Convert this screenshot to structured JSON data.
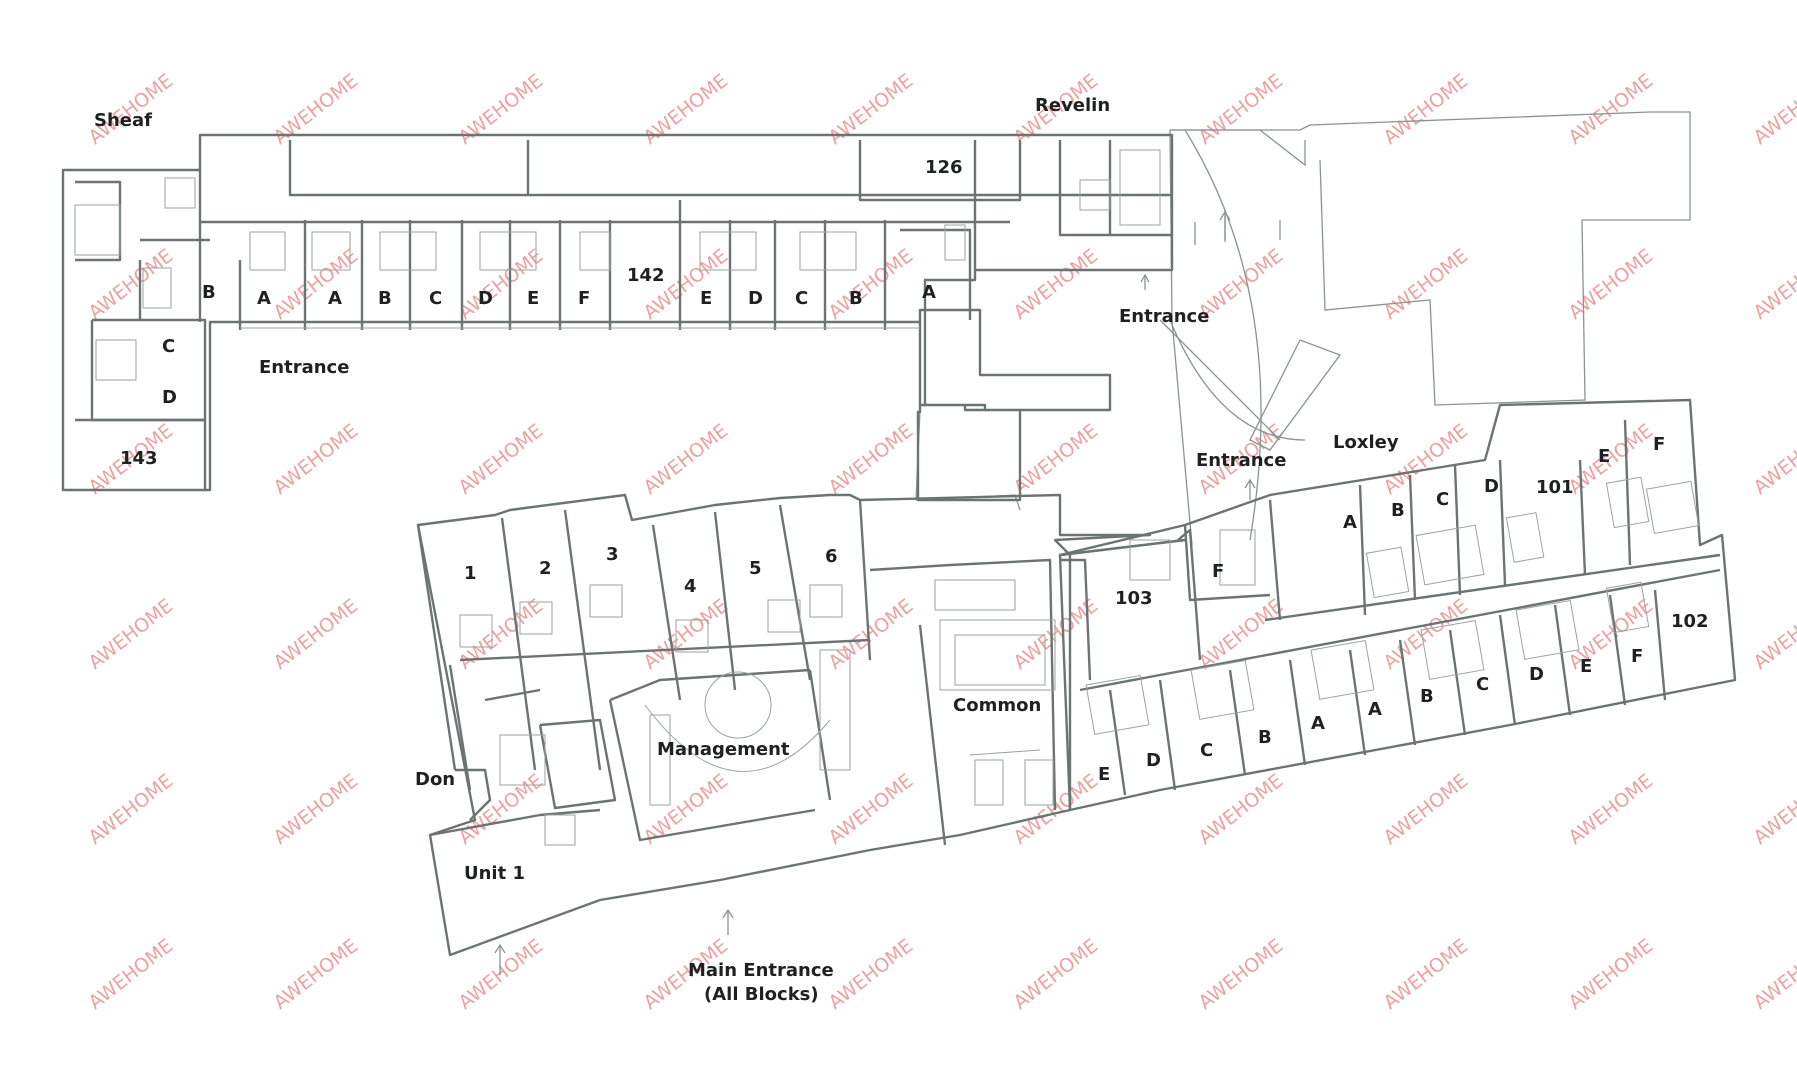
{
  "blocks": {
    "sheaf": "Sheaf",
    "revelin": "Revelin",
    "loxley": "Loxley",
    "don": "Don"
  },
  "entrances": {
    "entrance_sheaf": "Entrance",
    "entrance_revelin": "Entrance",
    "entrance_loxley": "Entrance",
    "main_line1": "Main Entrance",
    "main_line2": "(All Blocks)"
  },
  "areas": {
    "common": "Common",
    "management": "Management",
    "unit1": "Unit 1"
  },
  "rooms": {
    "r126": "126",
    "r142": "142",
    "r143": "143",
    "r101": "101",
    "r102": "102",
    "r103": "103",
    "sheaf_b": "B",
    "sheaf_a": "A",
    "sheaf_c": "C",
    "sheaf_d": "D",
    "north_a": "A",
    "north_b": "B",
    "north_c": "C",
    "north_d": "D",
    "north_e": "E",
    "north_f": "F",
    "east_e": "E",
    "east_d": "D",
    "east_c": "C",
    "east_b": "B",
    "east_a": "A",
    "u1": "1",
    "u2": "2",
    "u3": "3",
    "u4": "4",
    "u5": "5",
    "u6": "6",
    "lox_a": "A",
    "lox_b": "B",
    "lox_c": "C",
    "lox_d": "D",
    "lox_e": "E",
    "lox_f": "F",
    "f103": "F",
    "low_e": "E",
    "low_d": "D",
    "low_c": "C",
    "low_b": "B",
    "low_a1": "A",
    "low_a2": "A",
    "low_b2": "B",
    "low_c2": "C",
    "low_d2": "D",
    "low_e2": "E",
    "low_f2": "F"
  },
  "watermark": "AWEHOME",
  "colors": {
    "walls": "#6b7473",
    "labels": "#1f2121",
    "watermark": "#e88a8a"
  }
}
